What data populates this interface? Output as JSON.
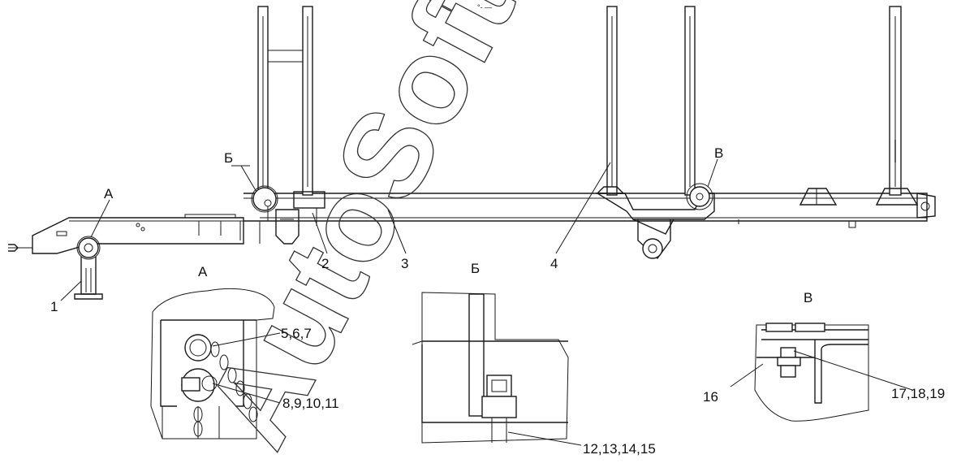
{
  "watermark": "AutoSoft",
  "top_mark": "°- —",
  "labels": {
    "callout_a": "А",
    "callout_b": "Б",
    "callout_v": "В",
    "part_1": "1",
    "part_2": "2",
    "part_3": "3",
    "part_4": "4",
    "view_a_title": "А",
    "view_b_title": "Б",
    "view_v_title": "В",
    "parts_5_7": "5,6,7",
    "parts_8_11": "8,9,10,11",
    "parts_12_15": "12,13,14,15",
    "part_16": "16",
    "parts_17_19": "17,18,19"
  }
}
